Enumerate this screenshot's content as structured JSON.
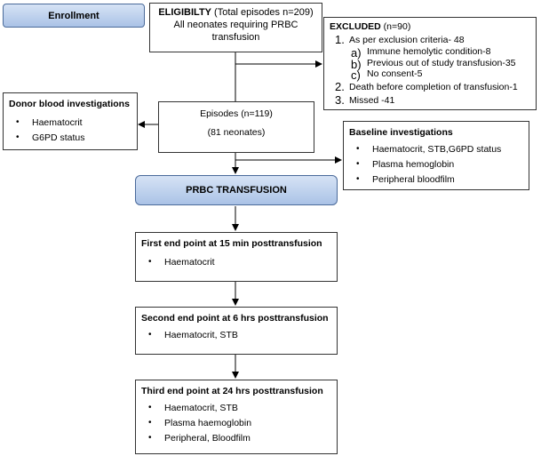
{
  "enrollment": {
    "label": "Enrollment"
  },
  "eligibility": {
    "title": "ELIGIBILTY",
    "title_rest": " (Total episodes n=209)",
    "line1": "All neonates requiring PRBC",
    "line2": "transfusion"
  },
  "excluded": {
    "title": "EXCLUDED",
    "title_rest": " (n=90)",
    "items": [
      {
        "num": "1.",
        "text": "As per exclusion criteria- 48",
        "sub": [
          {
            "num": "a)",
            "text": "Immune hemolytic condition-8"
          },
          {
            "num": "b)",
            "text": "Previous out of study transfusion-35"
          },
          {
            "num": "c)",
            "text": "No consent-5"
          }
        ]
      },
      {
        "num": "2.",
        "text": "Death before completion of transfusion-1"
      },
      {
        "num": "3.",
        "text": "Missed -41"
      }
    ]
  },
  "donor": {
    "title": "Donor blood investigations",
    "items": [
      "Haematocrit",
      "G6PD status"
    ]
  },
  "episodes": {
    "line1": "Episodes (n=119)",
    "line2": "(81 neonates)"
  },
  "baseline": {
    "title": "Baseline investigations",
    "items": [
      "Haematocrit, STB,G6PD status",
      "Plasma hemoglobin",
      "Peripheral bloodfilm"
    ]
  },
  "prbc": {
    "label": "PRBC TRANSFUSION"
  },
  "first": {
    "title": "First end point at 15 min posttransfusion",
    "items": [
      "Haematocrit"
    ]
  },
  "second": {
    "title": "Second end point at 6 hrs posttransfusion",
    "items": [
      "Haematocrit, STB"
    ]
  },
  "third": {
    "title": "Third end point at 24 hrs posttransfusion",
    "items": [
      "Haematocrit, STB",
      "Plasma haemoglobin",
      "Peripheral, Bloodfilm"
    ]
  }
}
